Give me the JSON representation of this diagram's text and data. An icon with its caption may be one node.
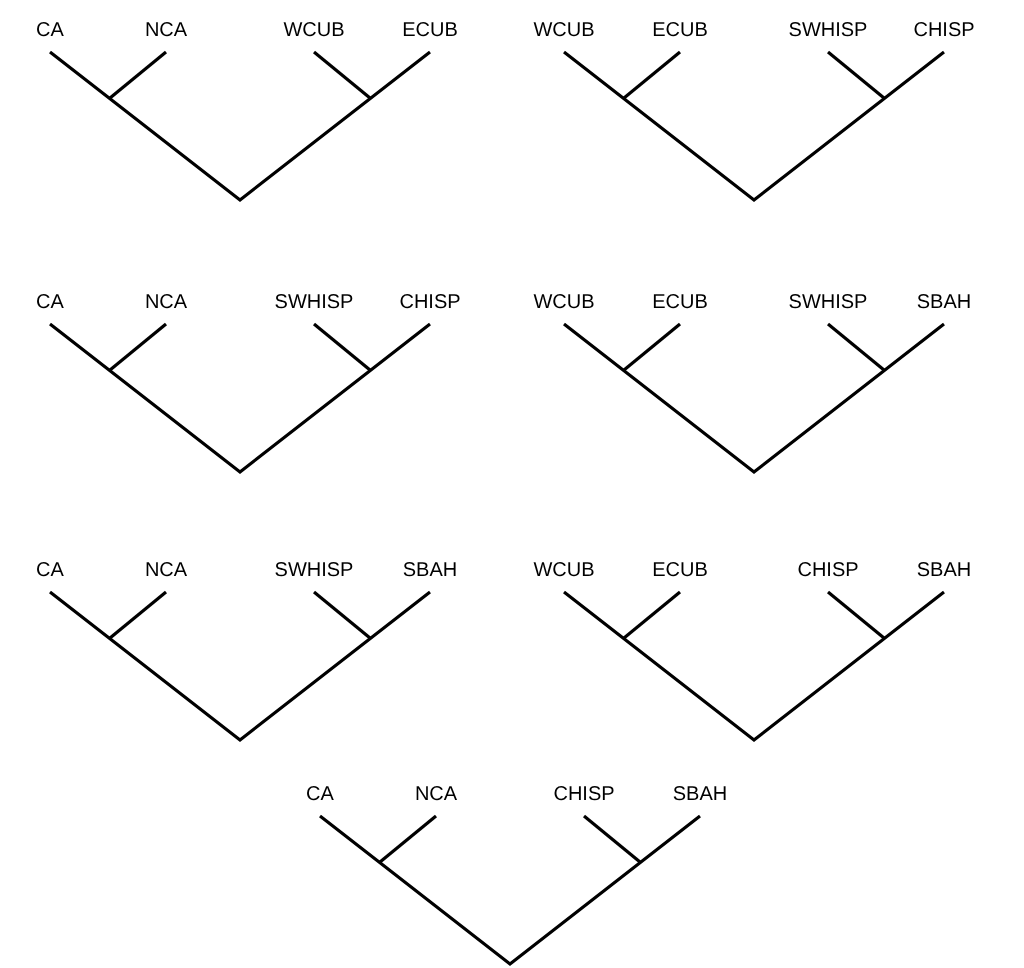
{
  "diagram": {
    "nodes": [
      {
        "text": [],
        "shape": "tree",
        "beside": [
          "CA",
          "NCA",
          "WCUB",
          "ECUB"
        ]
      },
      {
        "text": [],
        "shape": "tree",
        "beside": [
          "WCUB",
          "ECUB",
          "SWHISP",
          "CHISP"
        ]
      },
      {
        "text": [],
        "shape": "tree",
        "beside": [
          "CA",
          "NCA",
          "SWHISP",
          "CHISP"
        ]
      },
      {
        "text": [],
        "shape": "tree",
        "beside": [
          "WCUB",
          "ECUB",
          "SWHISP",
          "SBAH"
        ]
      },
      {
        "text": [],
        "shape": "tree",
        "beside": [
          "CA",
          "NCA",
          "SWHISP",
          "SBAH"
        ]
      },
      {
        "text": [],
        "shape": "tree",
        "beside": [
          "WCUB",
          "ECUB",
          "CHISP",
          "SBAH"
        ]
      },
      {
        "text": [],
        "shape": "tree",
        "beside": [
          "CA",
          "NCA",
          "CHISP",
          "SBAH"
        ]
      }
    ]
  }
}
